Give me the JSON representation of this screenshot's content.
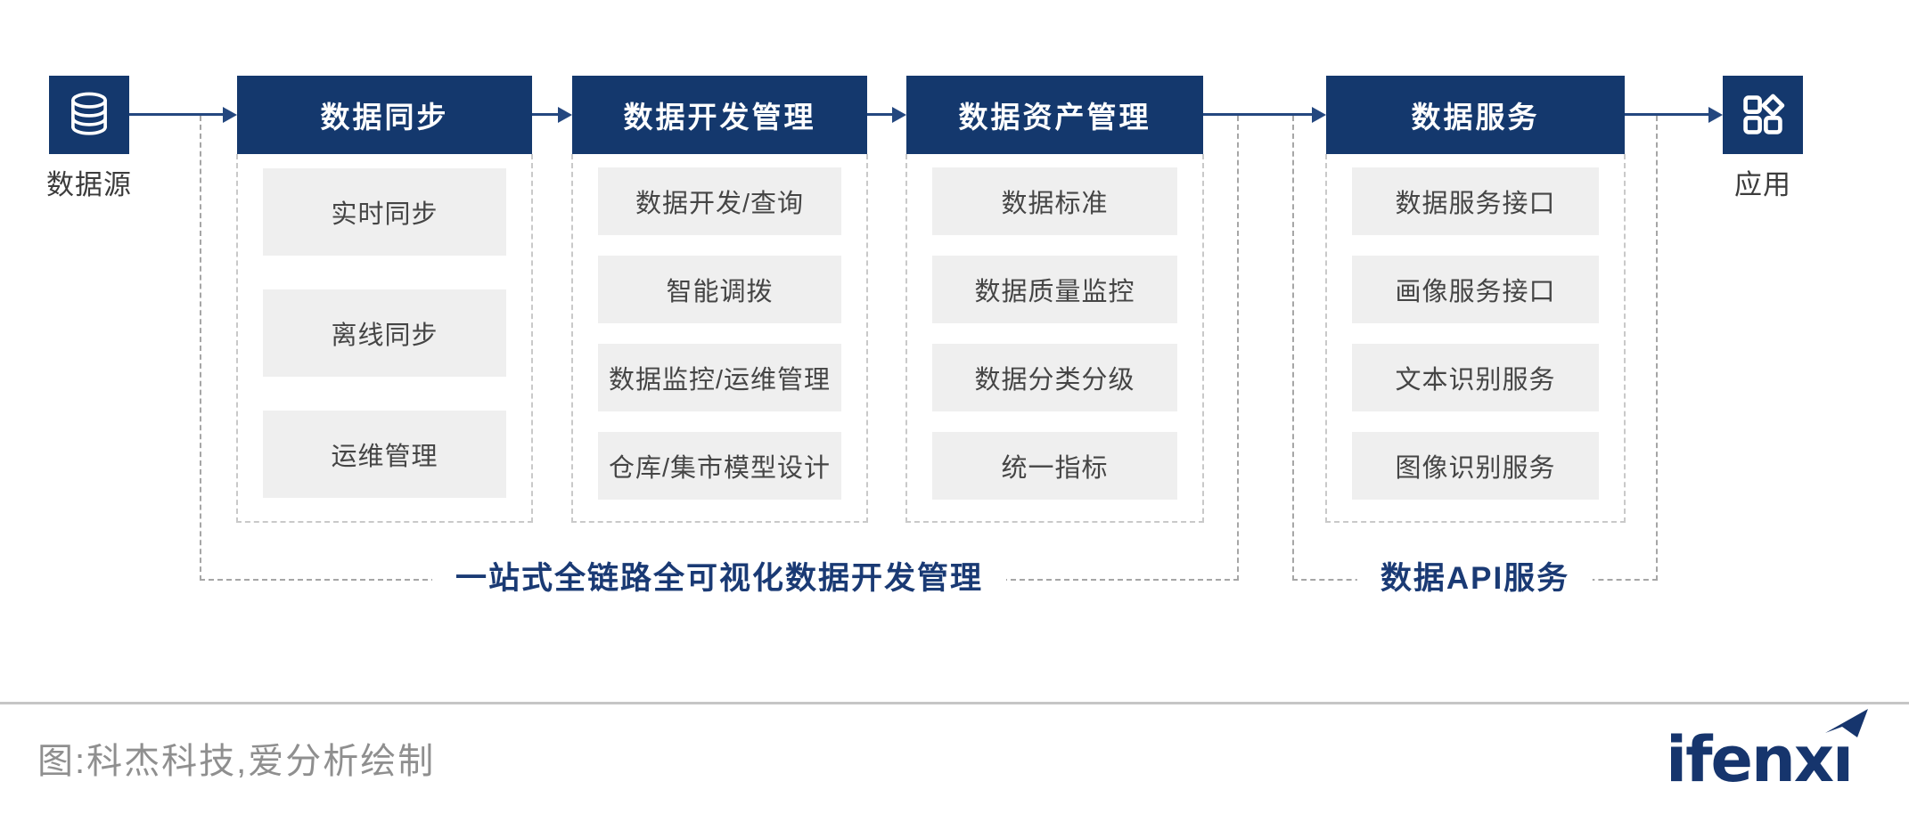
{
  "diagram": {
    "source_node": {
      "label": "数据源",
      "icon": "database-icon"
    },
    "target_node": {
      "label": "应用",
      "icon": "app-grid-icon"
    },
    "columns": [
      {
        "header": "数据同步",
        "items": [
          "实时同步",
          "离线同步",
          "运维管理"
        ]
      },
      {
        "header": "数据开发管理",
        "items": [
          "数据开发/查询",
          "智能调拨",
          "数据监控/运维管理",
          "仓库/集市模型设计"
        ]
      },
      {
        "header": "数据资产管理",
        "items": [
          "数据标准",
          "数据质量监控",
          "数据分类分级",
          "统一指标"
        ]
      },
      {
        "header": "数据服务",
        "items": [
          "数据服务接口",
          "画像服务接口",
          "文本识别服务",
          "图像识别服务"
        ]
      }
    ],
    "groups": [
      {
        "label": "一站式全链路全可视化数据开发管理"
      },
      {
        "label": "数据API服务"
      }
    ],
    "footer": {
      "caption": "图:科杰科技,爱分析绘制",
      "logo_text": "ifenxi"
    },
    "colors": {
      "navy": "#14386d",
      "arrow_navy": "#24477f",
      "item_bg": "#efefef",
      "item_text": "#454545",
      "group_label_navy": "#1a3a74",
      "dash_gray": "#a6a6a6",
      "caption_gray": "#8f8f8f",
      "logo_navy": "#16356d"
    }
  }
}
